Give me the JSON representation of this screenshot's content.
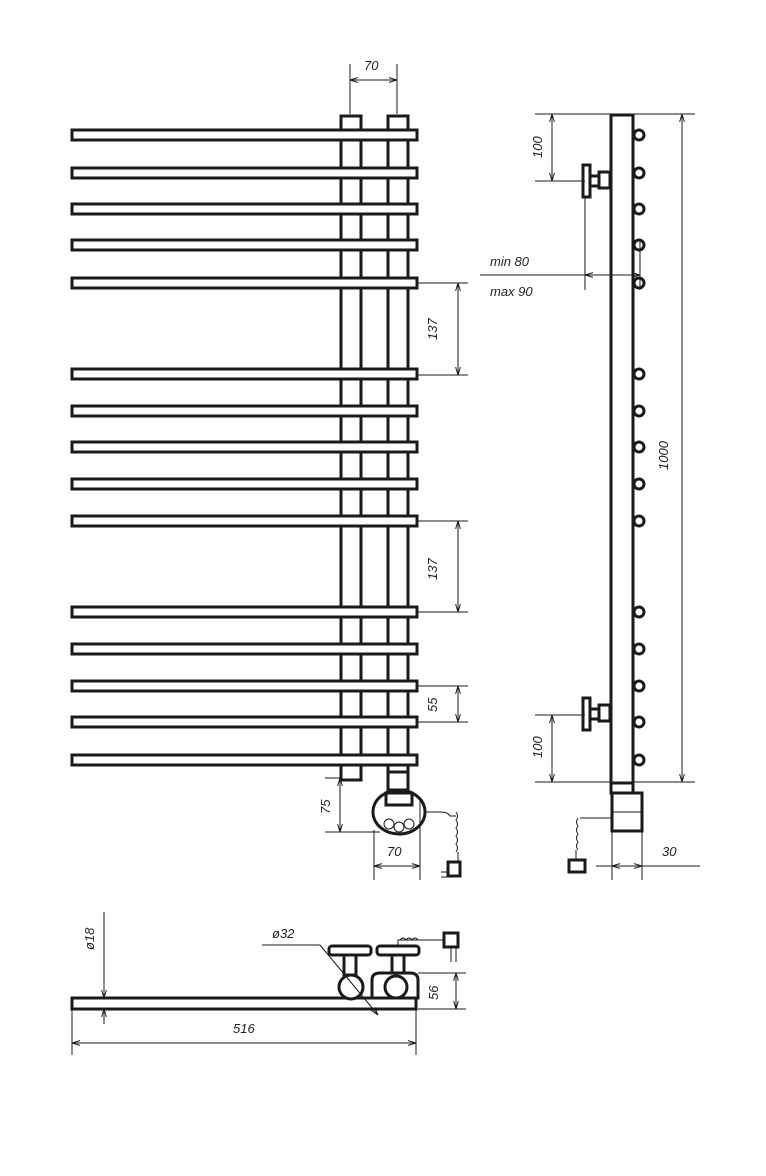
{
  "front_view": {
    "pipe_spacing_top": "70",
    "gap_upper": "137",
    "gap_lower": "137",
    "bar_pitch": "55",
    "valve_offset": "75",
    "valve_spacing_bottom": "70",
    "bar_count": 15
  },
  "side_view": {
    "top_offset": "100",
    "bottom_offset": "100",
    "wall_min": "min 80",
    "wall_max": "max 90",
    "height": "1000",
    "depth": "30"
  },
  "top_view": {
    "bar_diameter": "ø18",
    "pipe_diameter": "ø32",
    "width": "516",
    "height": "56"
  }
}
